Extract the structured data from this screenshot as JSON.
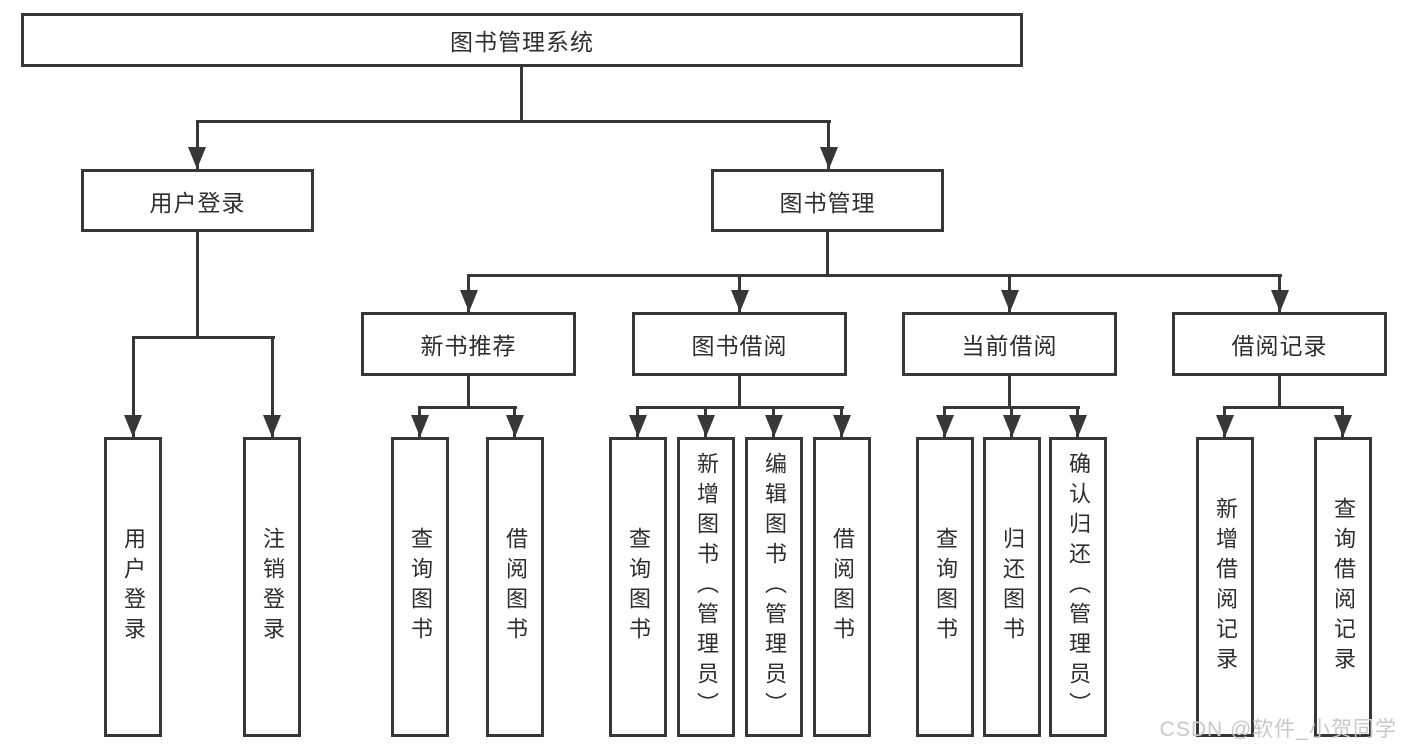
{
  "title": "图书管理系统",
  "colors": {
    "line": "#373737",
    "text": "#2e2e2e",
    "background": "#ffffff",
    "watermark": "#c9c9c9"
  },
  "watermark": {
    "label": "CSDN @软件_小贺同学"
  },
  "tree": {
    "type": "hierarchy-diagram",
    "root": {
      "label": "图书管理系统"
    },
    "level1": [
      {
        "label": "用户登录",
        "parent": "图书管理系统"
      },
      {
        "label": "图书管理",
        "parent": "图书管理系统"
      }
    ],
    "level2": [
      {
        "label": "新书推荐",
        "parent": "图书管理"
      },
      {
        "label": "图书借阅",
        "parent": "图书管理"
      },
      {
        "label": "当前借阅",
        "parent": "图书管理"
      },
      {
        "label": "借阅记录",
        "parent": "图书管理"
      }
    ],
    "leaves": [
      {
        "label": "用户登录",
        "parent": "用户登录"
      },
      {
        "label": "注销登录",
        "parent": "用户登录"
      },
      {
        "label": "查询图书",
        "parent": "新书推荐"
      },
      {
        "label": "借阅图书",
        "parent": "新书推荐"
      },
      {
        "label": "查询图书",
        "parent": "图书借阅"
      },
      {
        "label": "新增图书（管理员）",
        "parent": "图书借阅"
      },
      {
        "label": "编辑图书（管理员）",
        "parent": "图书借阅"
      },
      {
        "label": "借阅图书",
        "parent": "图书借阅"
      },
      {
        "label": "查询图书",
        "parent": "当前借阅"
      },
      {
        "label": "归还图书",
        "parent": "当前借阅"
      },
      {
        "label": "确认归还（管理员）",
        "parent": "当前借阅"
      },
      {
        "label": "新增借阅记录",
        "parent": "借阅记录"
      },
      {
        "label": "查询借阅记录",
        "parent": "借阅记录"
      }
    ]
  }
}
